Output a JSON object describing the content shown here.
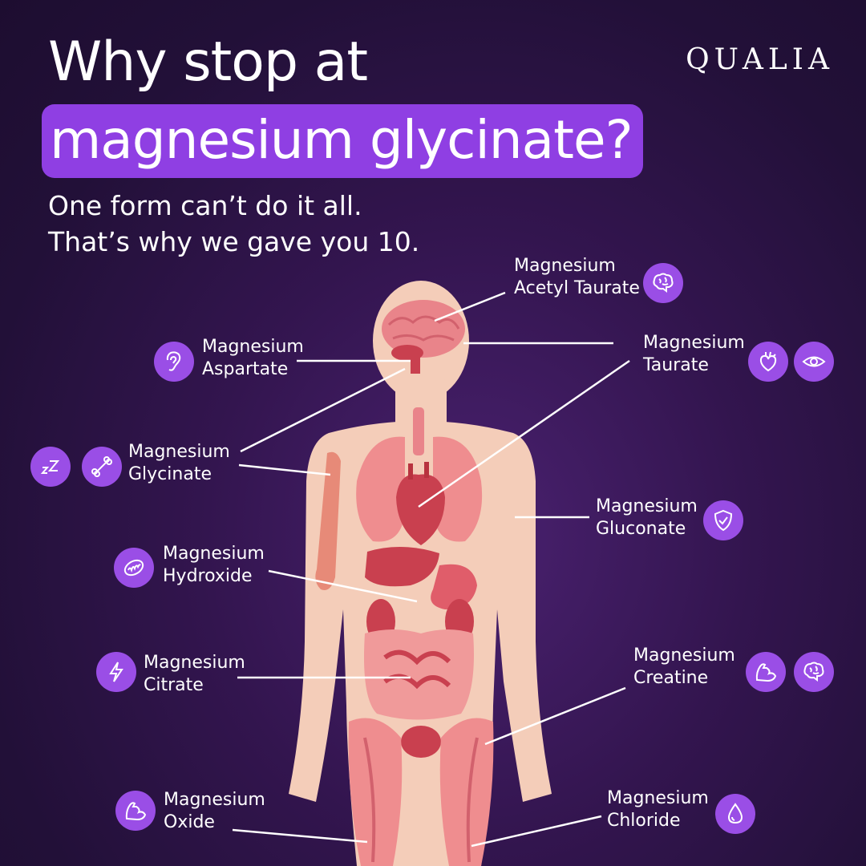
{
  "brand": "QUALIA",
  "title": {
    "line1": "Why stop at",
    "line2": "magnesium glycinate?"
  },
  "subtitle": {
    "line1": "One form can’t do it all.",
    "line2": "That’s why we gave you 10."
  },
  "forms": [
    {
      "line1": "Magnesium",
      "line2": "Acetyl Taurate",
      "icons": [
        "brain-icon"
      ]
    },
    {
      "line1": "Magnesium",
      "line2": "Aspartate",
      "icons": [
        "ear-icon"
      ]
    },
    {
      "line1": "Magnesium",
      "line2": "Taurate",
      "icons": [
        "heart-icon",
        "eye-icon"
      ]
    },
    {
      "line1": "Magnesium",
      "line2": "Glycinate",
      "icons": [
        "sleep-icon",
        "bone-icon"
      ]
    },
    {
      "line1": "Magnesium",
      "line2": "Gluconate",
      "icons": [
        "shield-icon"
      ]
    },
    {
      "line1": "Magnesium",
      "line2": "Hydroxide",
      "icons": [
        "mitochondria-icon"
      ]
    },
    {
      "line1": "Magnesium",
      "line2": "Citrate",
      "icons": [
        "lightning-icon"
      ]
    },
    {
      "line1": "Magnesium",
      "line2": "Creatine",
      "icons": [
        "muscle-icon",
        "brain-icon"
      ]
    },
    {
      "line1": "Magnesium",
      "line2": "Oxide",
      "icons": [
        "muscle-icon"
      ]
    },
    {
      "line1": "Magnesium",
      "line2": "Chloride",
      "icons": [
        "drop-icon"
      ]
    }
  ],
  "colors": {
    "background": "#2a1342",
    "accent": "#8f3fe3",
    "icon_bg": "#9a4ee6",
    "skin": "#f4cdb9",
    "organ": "#e8717a",
    "organ_dark": "#c9404f"
  }
}
